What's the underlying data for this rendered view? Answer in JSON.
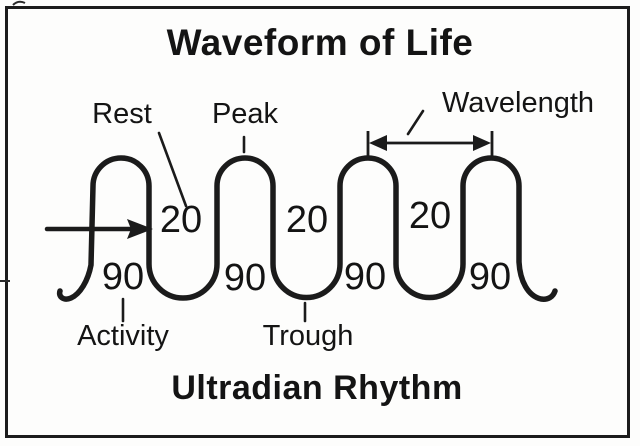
{
  "title": "Waveform of Life",
  "footer_title": "Ultradian Rhythm",
  "labels": {
    "rest": "Rest",
    "peak": "Peak",
    "wavelength": "Wavelength",
    "activity": "Activity",
    "trough": "Trough"
  },
  "wave": {
    "rest_durations": [
      "20",
      "20",
      "20"
    ],
    "activity_durations": [
      "90",
      "90",
      "90",
      "90"
    ]
  },
  "colors": {
    "ink": "#1b1b1b",
    "background": "#fdfdfc"
  }
}
